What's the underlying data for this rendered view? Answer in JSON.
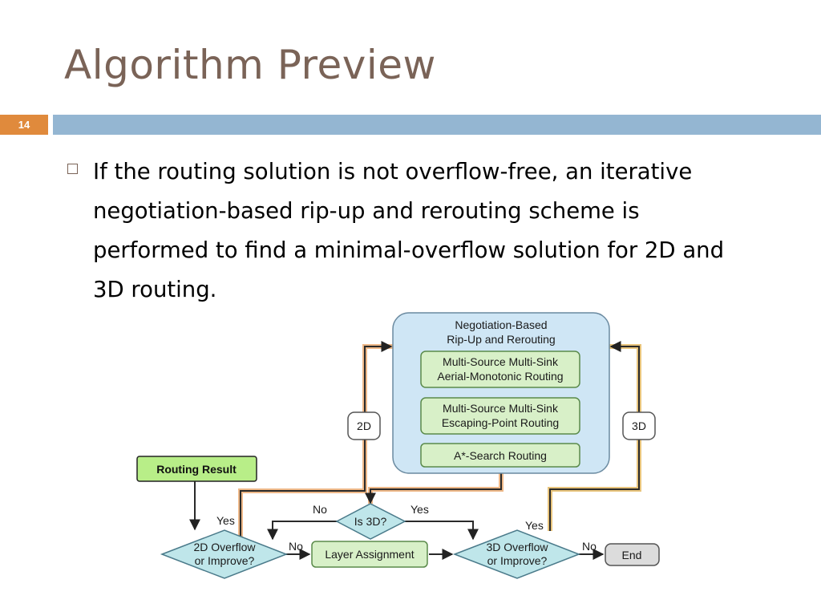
{
  "slide": {
    "title": "Algorithm Preview",
    "number": "14",
    "bullet": "If the routing solution is not overflow-free, an iterative negotiation-based rip-up and rerouting scheme is performed to find a minimal-overflow solution for 2D and 3D routing."
  },
  "flowchart": {
    "nrr_title_line1": "Negotiation-Based",
    "nrr_title_line2": "Rip-Up and Rerouting",
    "mssm1_line1": "Multi-Source Multi-Sink",
    "mssm1_line2": "Aerial-Monotonic Routing",
    "mssm2_line1": "Multi-Source Multi-Sink",
    "mssm2_line2": "Escaping-Point Routing",
    "astar": "A*-Search Routing",
    "label_2d": "2D",
    "label_3d": "3D",
    "routing_result": "Routing Result",
    "is3d": "Is 3D?",
    "overflow2d_line1": "2D Overflow",
    "overflow2d_line2": "or Improve?",
    "overflow3d_line1": "3D Overflow",
    "overflow3d_line2": "or Improve?",
    "layer_assignment": "Layer Assignment",
    "end": "End",
    "yes": "Yes",
    "no": "No"
  }
}
